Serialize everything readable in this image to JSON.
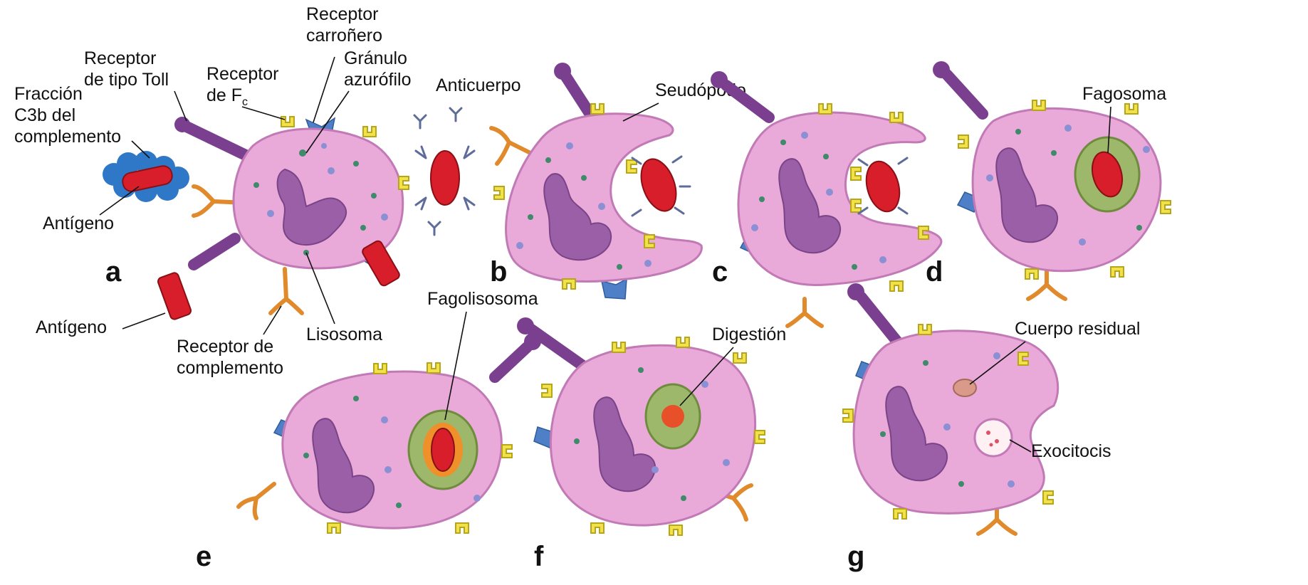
{
  "panels": [
    {
      "letter": "a",
      "labels": {
        "receptor_carronero": [
          "Receptor",
          "carroñero"
        ],
        "receptor_toll": [
          "Receptor",
          "de tipo Toll"
        ],
        "receptor_fc": [
          "Receptor",
          "de F"
        ],
        "receptor_fc_sub": "c",
        "granulo": [
          "Gránulo",
          "azurófilo"
        ],
        "anticuerpo": "Anticuerpo",
        "fraccion": [
          "Fracción",
          "C3b del",
          "complemento"
        ],
        "antigeno_1": "Antígeno",
        "antigeno_2": "Antígeno",
        "receptor_complemento": [
          "Receptor de",
          "complemento"
        ],
        "lisosoma": "Lisosoma"
      }
    },
    {
      "letter": "b",
      "labels": {
        "seudopodo": "Seudópodo"
      }
    },
    {
      "letter": "c",
      "labels": {}
    },
    {
      "letter": "d",
      "labels": {
        "fagosoma": "Fagosoma"
      }
    },
    {
      "letter": "e",
      "labels": {
        "fagolisosoma": "Fagolisosoma"
      }
    },
    {
      "letter": "f",
      "labels": {
        "digestion": "Digestión"
      }
    },
    {
      "letter": "g",
      "labels": {
        "cuerpo_residual": "Cuerpo residual",
        "exocitosis": "Exocitocis"
      }
    }
  ],
  "colors": {
    "cell": "#e9a9d9",
    "nucleus": "#9b5fa8",
    "toll_receptor": "#7a3f8f",
    "fc_receptor": "#f1e24a",
    "complement_receptor": "#e08a2b",
    "scavenger_receptor": "#4f7fc7",
    "antigen": "#d81e2a",
    "complement_c3b": "#2f78c8",
    "phagosome": "#9db86a"
  }
}
